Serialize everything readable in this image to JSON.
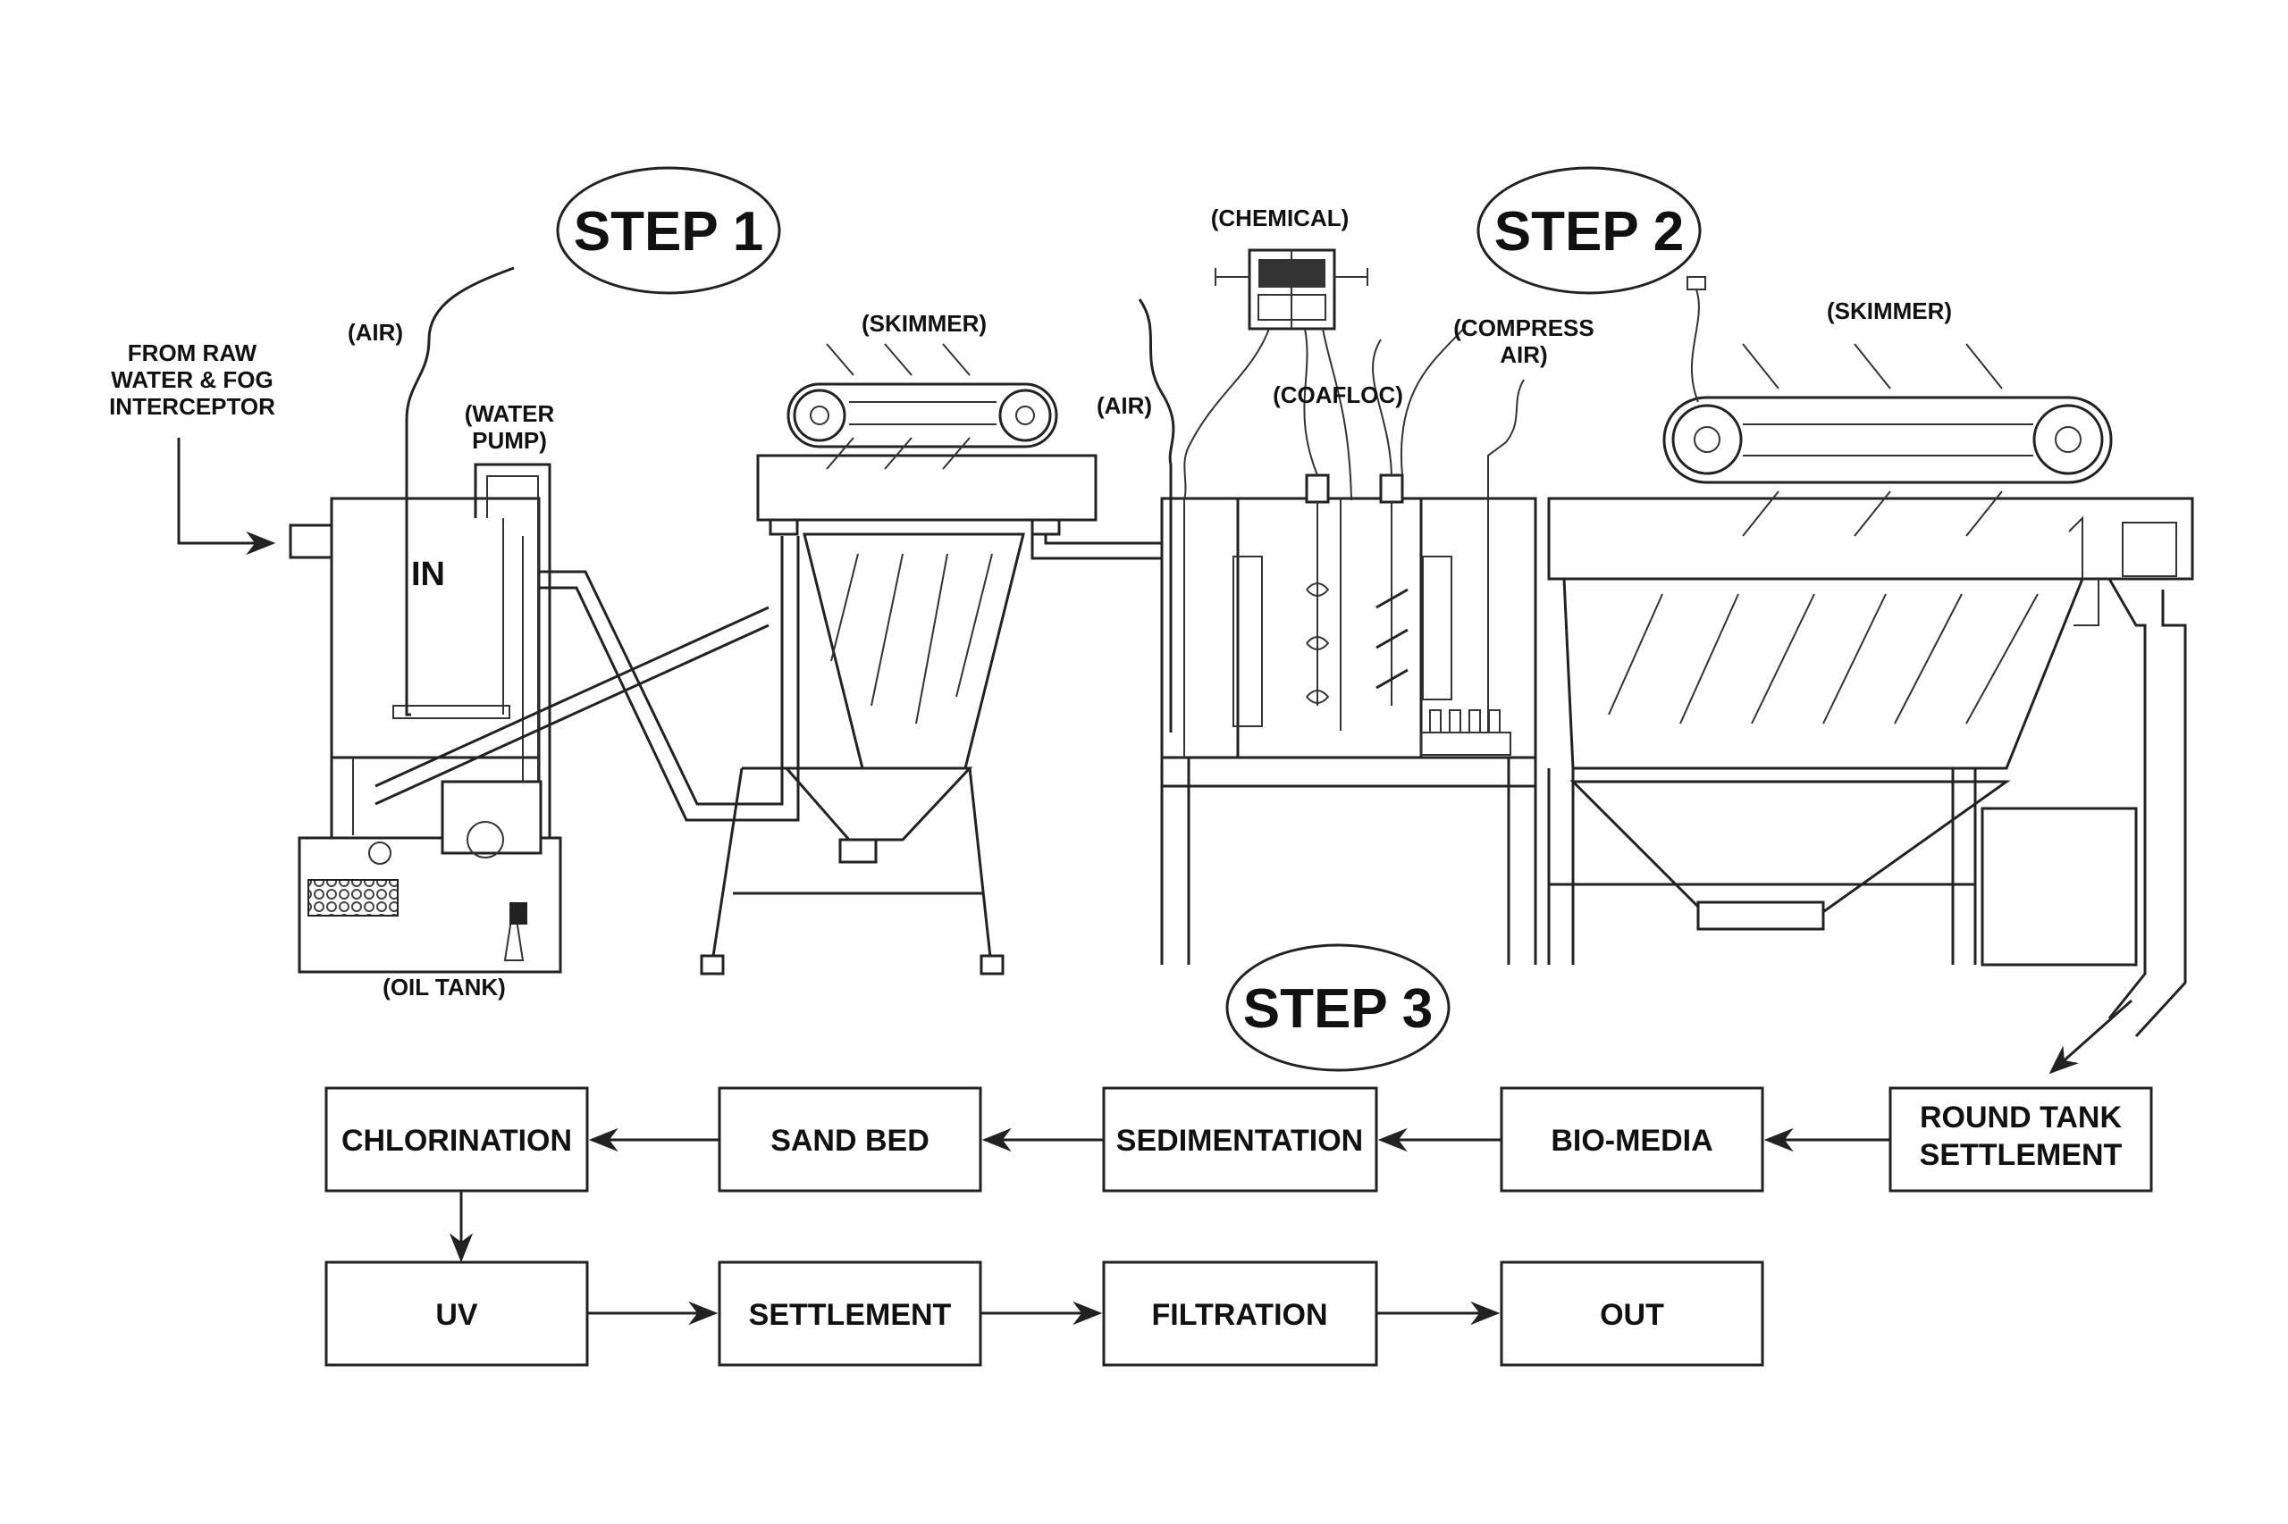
{
  "steps": {
    "step1": "STEP 1",
    "step2": "STEP 2",
    "step3": "STEP 3"
  },
  "labels": {
    "from_raw": [
      "FROM RAW",
      "WATER & FOG",
      "INTERCEPTOR"
    ],
    "air_1": "(AIR)",
    "water_pump": [
      "(WATER",
      "PUMP)"
    ],
    "in": "IN",
    "skimmer_1": "(SKIMMER)",
    "oil_tank": "(OIL TANK)",
    "chemical": "(CHEMICAL)",
    "air_2": "(AIR)",
    "coafloc": "(COAFLOC)",
    "compress_air": [
      "(COMPRESS",
      "AIR)"
    ],
    "skimmer_2": "(SKIMMER)"
  },
  "process_row1": [
    "CHLORINATION",
    "SAND BED",
    "SEDIMENTATION",
    "BIO-MEDIA"
  ],
  "round_tank": [
    "ROUND TANK",
    "SETTLEMENT"
  ],
  "process_row2": [
    "UV",
    "SETTLEMENT",
    "FILTRATION",
    "OUT"
  ],
  "colors": {
    "line": "#222222",
    "background": "#ffffff"
  }
}
